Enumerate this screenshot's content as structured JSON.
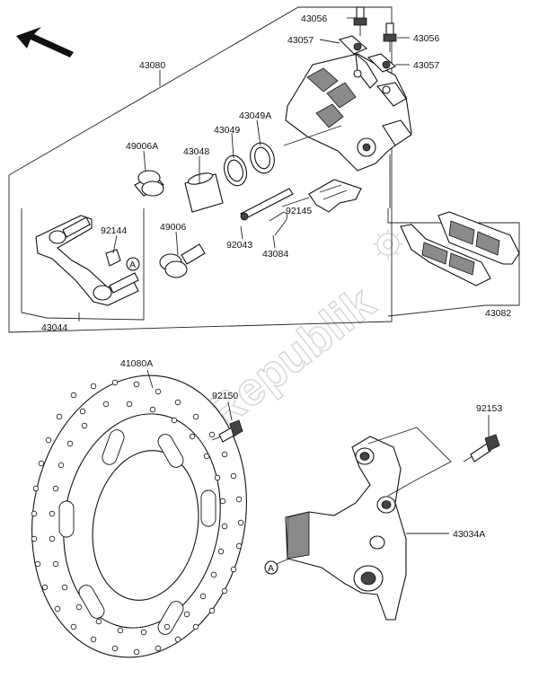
{
  "watermark": "PartsRepublik",
  "callout_a": "A",
  "part_labels": {
    "p43056a": "43056",
    "p43056b": "43056",
    "p43057a": "43057",
    "p43057b": "43057",
    "p43080": "43080",
    "p43049a": "43049A",
    "p43049": "43049",
    "p43048": "43048",
    "p49006a": "49006A",
    "p92144": "92144",
    "p49006": "49006",
    "p92145": "92145",
    "p92043": "92043",
    "p43084": "43084",
    "p43044": "43044",
    "p43082": "43082",
    "p41080a": "41080A",
    "p92150": "92150",
    "p92153": "92153",
    "p43034a": "43034A"
  }
}
